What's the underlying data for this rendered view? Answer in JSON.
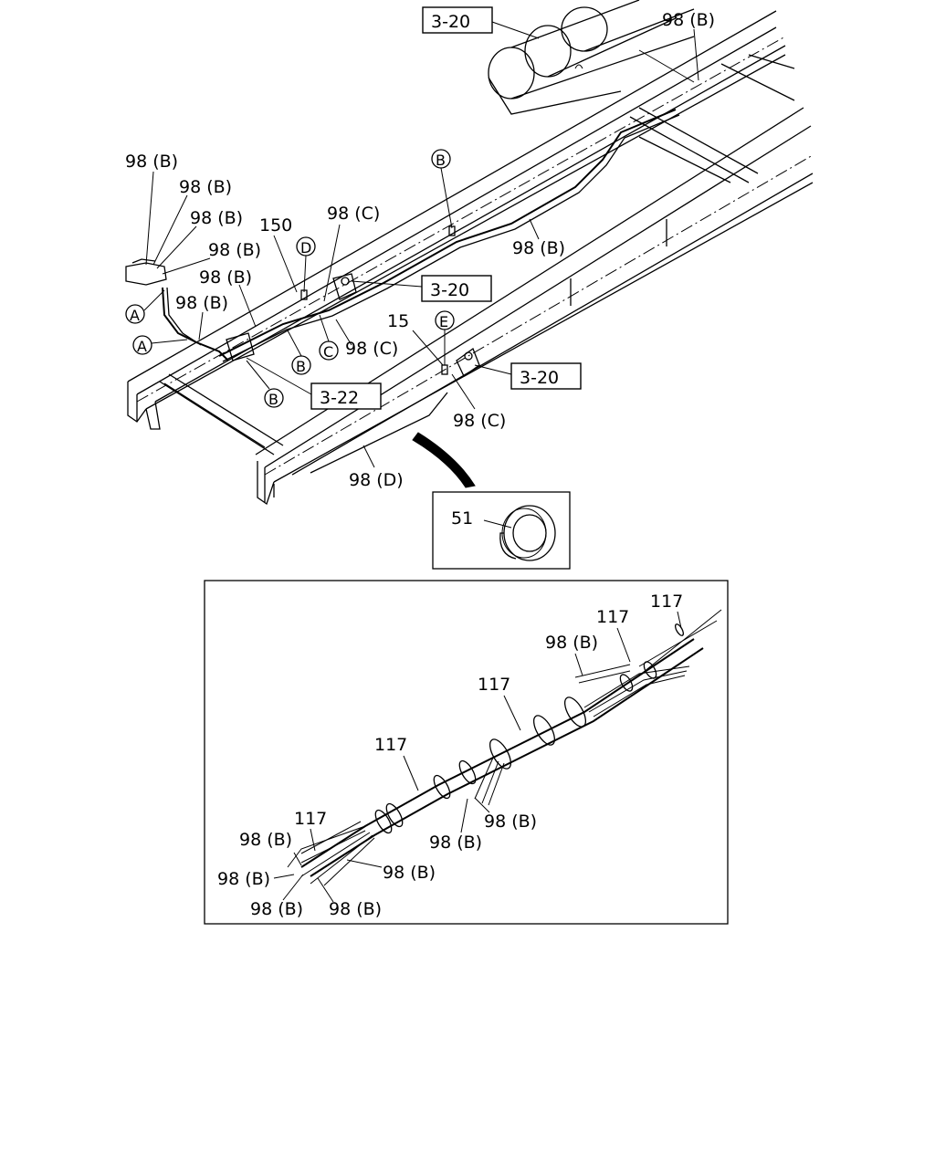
{
  "diagram": {
    "ref_boxes": {
      "top": "3-20",
      "mid": "3-20",
      "right": "3-20",
      "lower": "3-22"
    },
    "letters": {
      "a1": "A",
      "a2": "A",
      "b1": "B",
      "b2": "B",
      "b3": "B",
      "c": "C",
      "d": "D",
      "e": "E"
    },
    "upper_labels": {
      "top_right": "98 (B)",
      "left_1": "98 (B)",
      "left_2": "98 (B)",
      "left_3": "98 (B)",
      "left_4": "98 (B)",
      "left_5": "98 (B)",
      "left_6": "98 (B)",
      "n150": "150",
      "c_top": "98 (C)",
      "mid_right": "98 (B)",
      "n15": "15",
      "c_mid": "98 (C)",
      "c_right": "98 (C)",
      "d_bottom": "98 (D)"
    },
    "grommet_label": "51",
    "inset_labels": {
      "n117_a": "117",
      "n117_b": "117",
      "b_top": "98 (B)",
      "n117_c": "117",
      "n117_d": "117",
      "b_mid_right": "98 (B)",
      "b_mid_left": "98 (B)",
      "n117_e": "117",
      "b_left_top": "98 (B)",
      "b_left_right": "98 (B)",
      "b_left_mid": "98 (B)",
      "b_bottom_left": "98 (B)",
      "b_bottom_right": "98 (B)"
    }
  }
}
